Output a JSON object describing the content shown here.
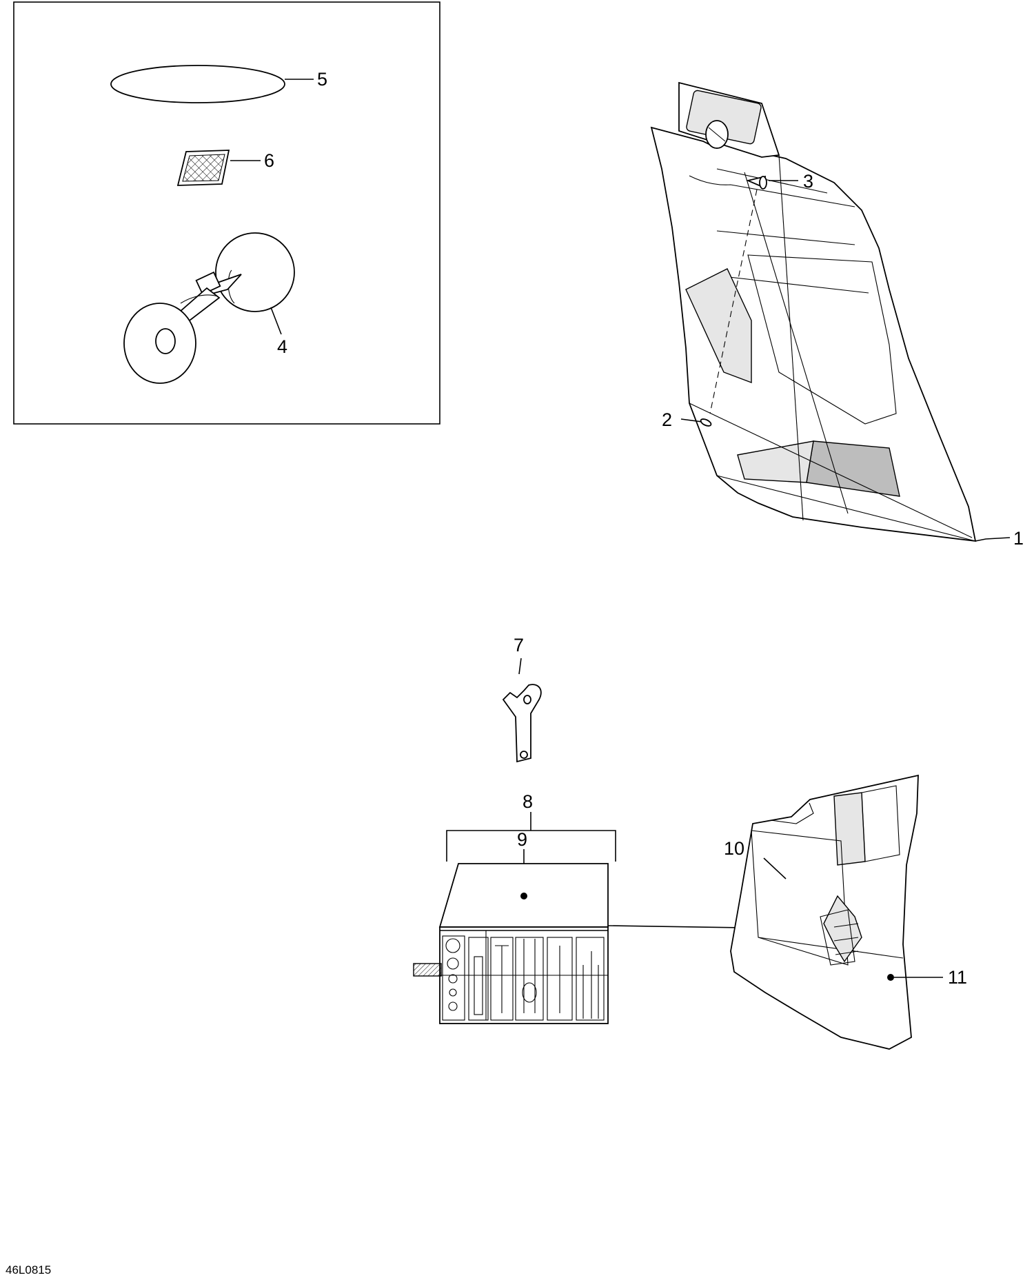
{
  "callouts": {
    "c1": "1",
    "c2": "2",
    "c3": "3",
    "c4": "4",
    "c5": "5",
    "c6": "6",
    "c7": "7",
    "c8": "8",
    "c9": "9",
    "c10": "10",
    "c11": "11"
  },
  "drawing_code": "46L0815"
}
